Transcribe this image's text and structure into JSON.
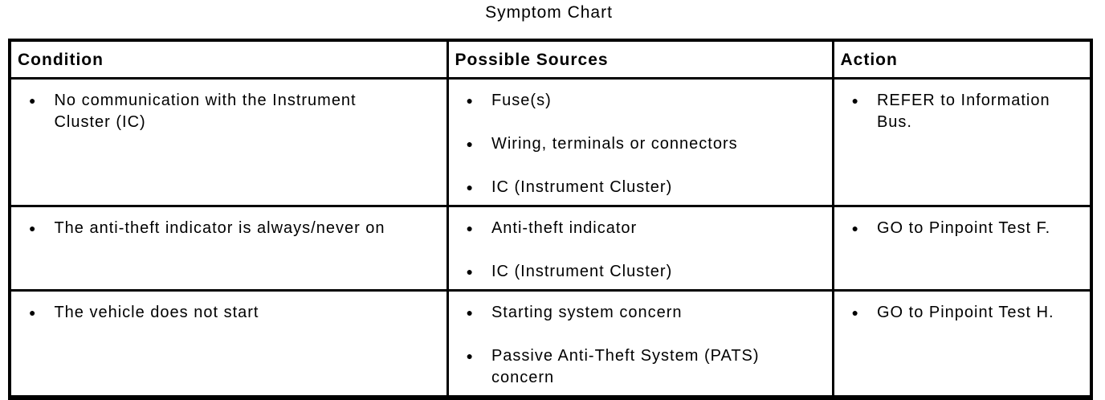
{
  "title": "Symptom Chart",
  "bullet_icon": "●",
  "colors": {
    "text": "#000000",
    "background": "#ffffff",
    "border": "#000000"
  },
  "table": {
    "headers": [
      "Condition",
      "Possible Sources",
      "Action"
    ],
    "rows": [
      {
        "condition": [
          "No communication with the Instrument Cluster (IC)"
        ],
        "sources": [
          "Fuse(s)",
          "Wiring, terminals or connectors",
          "IC (Instrument Cluster)"
        ],
        "action": [
          "REFER to Information Bus."
        ]
      },
      {
        "condition": [
          "The anti-theft indicator is always/never on"
        ],
        "sources": [
          "Anti-theft indicator",
          "IC (Instrument Cluster)"
        ],
        "action": [
          "GO to Pinpoint Test F."
        ]
      },
      {
        "condition": [
          "The vehicle does not start"
        ],
        "sources": [
          "Starting system concern",
          "Passive Anti-Theft System (PATS) concern"
        ],
        "action": [
          "GO to Pinpoint Test H."
        ]
      }
    ]
  }
}
